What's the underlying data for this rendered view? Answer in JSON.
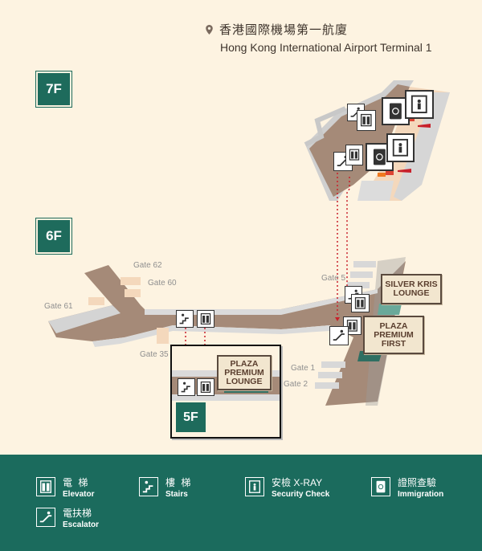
{
  "header": {
    "title_zh": "香港國際機場第一航廈",
    "title_en": "Hong Kong International Airport Terminal 1",
    "pin_icon": "location-pin-icon"
  },
  "floors": {
    "f7": "7F",
    "f6": "6F",
    "f5": "5F"
  },
  "gates": {
    "g62": "Gate 62",
    "g60": "Gate 60",
    "g61": "Gate 61",
    "g35": "Gate 35",
    "g5": "Gate 5",
    "g1": "Gate 1",
    "g2": "Gate 2"
  },
  "lounges": {
    "silver_kris": [
      "SILVER KRIS",
      "LOUNGE"
    ],
    "plaza_first": [
      "PLAZA",
      "PREMIUM",
      "FIRST"
    ],
    "plaza_lounge": [
      "PLAZA",
      "PREMIUM",
      "LOUNGE"
    ]
  },
  "legend": {
    "elevator": {
      "zh": "電 梯",
      "en": "Elevator",
      "icon": "elevator-icon"
    },
    "stairs": {
      "zh": "樓 梯",
      "en": "Stairs",
      "icon": "stairs-icon"
    },
    "security": {
      "zh": "安檢 X-RAY",
      "en": "Security Check",
      "icon": "security-check-icon"
    },
    "immigration": {
      "zh": "證照查驗",
      "en": "Immigration",
      "icon": "passport-icon"
    },
    "escalator": {
      "zh": "電扶梯",
      "en": "Escalator",
      "icon": "escalator-icon"
    }
  },
  "colors": {
    "background": "#fdf3e1",
    "brand_green": "#1b6b5d",
    "corridor": "#a58a78",
    "wall": "#d8d8d8",
    "route_red": "#c8202a"
  }
}
